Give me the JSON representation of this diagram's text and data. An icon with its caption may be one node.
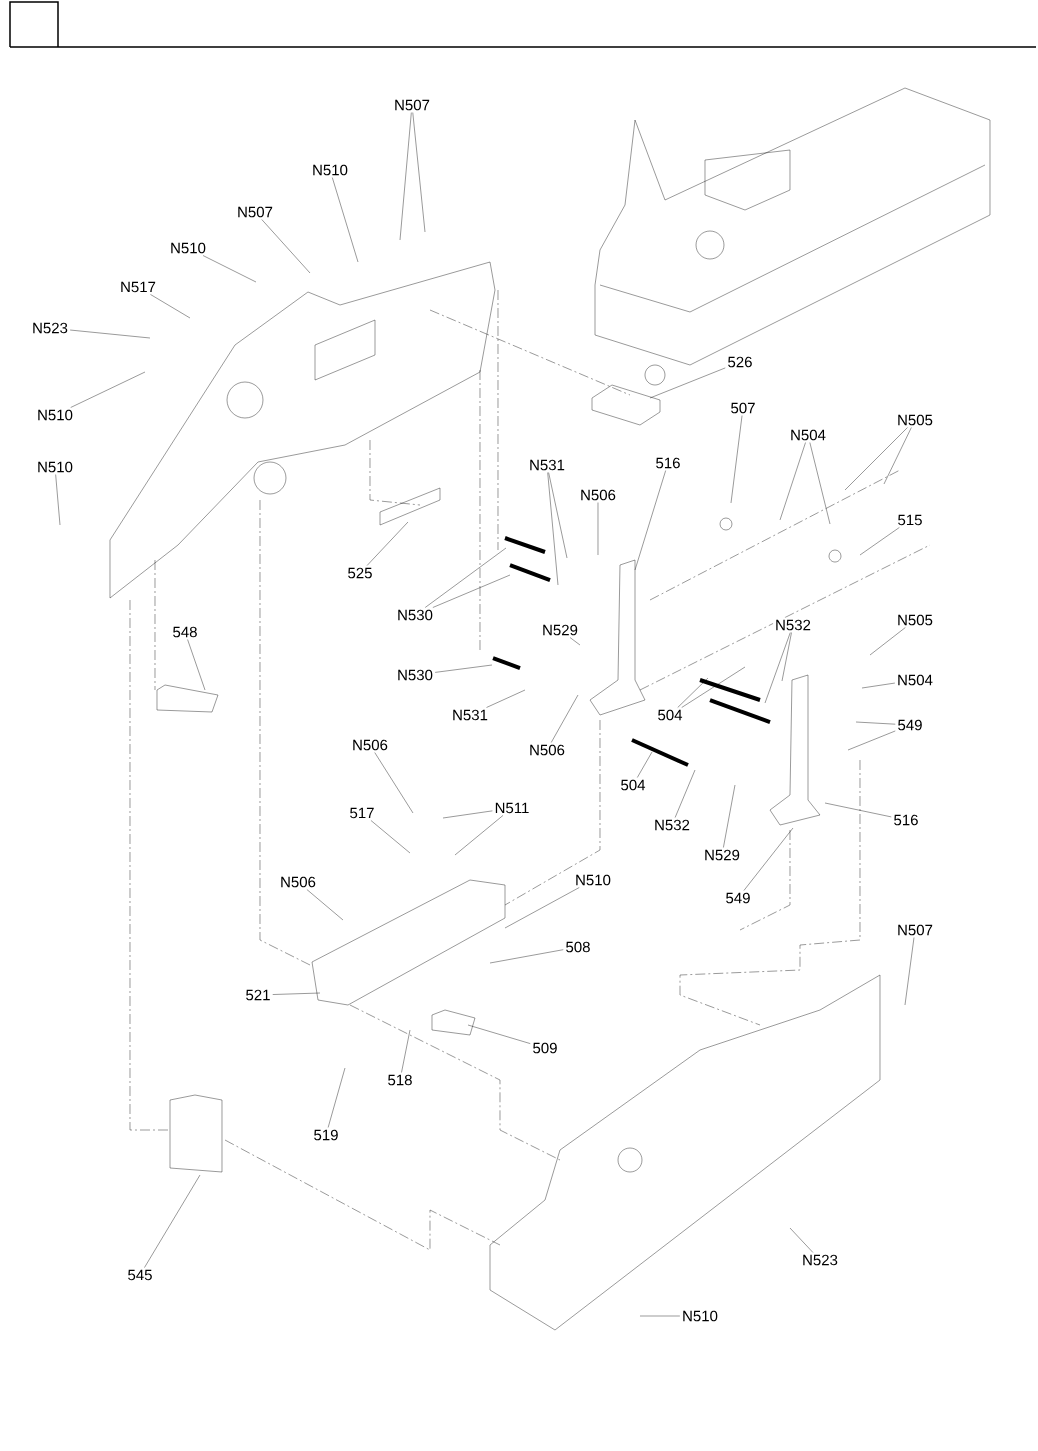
{
  "diagram": {
    "nodes": [
      {
        "text": [
          "N507"
        ]
      },
      {
        "text": [
          "N510"
        ]
      },
      {
        "text": [
          "N507"
        ]
      },
      {
        "text": [
          "N510"
        ]
      },
      {
        "text": [
          "N517"
        ]
      },
      {
        "text": [
          "N523"
        ]
      },
      {
        "text": [
          "N510"
        ]
      },
      {
        "text": [
          "N510"
        ]
      },
      {
        "text": [
          "526"
        ]
      },
      {
        "text": [
          "507"
        ]
      },
      {
        "text": [
          "N504"
        ]
      },
      {
        "text": [
          "N505"
        ]
      },
      {
        "text": [
          "516"
        ]
      },
      {
        "text": [
          "N531"
        ]
      },
      {
        "text": [
          "N506"
        ]
      },
      {
        "text": [
          "515"
        ]
      },
      {
        "text": [
          "525"
        ]
      },
      {
        "text": [
          "N530"
        ]
      },
      {
        "text": [
          "548"
        ]
      },
      {
        "text": [
          "N529"
        ]
      },
      {
        "text": [
          "N532"
        ]
      },
      {
        "text": [
          "N505"
        ]
      },
      {
        "text": [
          "N530"
        ]
      },
      {
        "text": [
          "N504"
        ]
      },
      {
        "text": [
          "N531"
        ]
      },
      {
        "text": [
          "504"
        ]
      },
      {
        "text": [
          "549"
        ]
      },
      {
        "text": [
          "N506"
        ]
      },
      {
        "text": [
          "N506"
        ]
      },
      {
        "text": [
          "504"
        ]
      },
      {
        "text": [
          "N532"
        ]
      },
      {
        "text": [
          "N529"
        ]
      },
      {
        "text": [
          "516"
        ]
      },
      {
        "text": [
          "549"
        ]
      },
      {
        "text": [
          "517"
        ]
      },
      {
        "text": [
          "N511"
        ]
      },
      {
        "text": [
          "N506"
        ]
      },
      {
        "text": [
          "N510"
        ]
      },
      {
        "text": [
          "508"
        ]
      },
      {
        "text": [
          "509"
        ]
      },
      {
        "text": [
          "N507"
        ]
      },
      {
        "text": [
          "521"
        ]
      },
      {
        "text": [
          "518"
        ]
      },
      {
        "text": [
          "519"
        ]
      },
      {
        "text": [
          "545"
        ]
      },
      {
        "text": [
          "N523"
        ]
      },
      {
        "text": [
          "N510"
        ]
      }
    ],
    "edges": [
      {
        "from": 0,
        "to": null,
        "arrow": "none"
      },
      {
        "from": 0,
        "to": null,
        "arrow": "none"
      },
      {
        "from": 1,
        "to": null,
        "arrow": "none"
      },
      {
        "from": 2,
        "to": null,
        "arrow": "none"
      },
      {
        "from": 3,
        "to": null,
        "arrow": "none"
      },
      {
        "from": 4,
        "to": null,
        "arrow": "none"
      },
      {
        "from": 5,
        "to": null,
        "arrow": "none"
      },
      {
        "from": 6,
        "to": null,
        "arrow": "none"
      },
      {
        "from": 7,
        "to": null,
        "arrow": "none"
      },
      {
        "from": 8,
        "to": null,
        "arrow": "none"
      },
      {
        "from": 9,
        "to": null,
        "arrow": "none"
      },
      {
        "from": 10,
        "to": null,
        "arrow": "none"
      },
      {
        "from": 10,
        "to": null,
        "arrow": "none"
      },
      {
        "from": 11,
        "to": null,
        "arrow": "none"
      },
      {
        "from": 11,
        "to": null,
        "arrow": "none"
      },
      {
        "from": 12,
        "to": null,
        "arrow": "none"
      },
      {
        "from": 13,
        "to": null,
        "arrow": "none"
      },
      {
        "from": 13,
        "to": null,
        "arrow": "none"
      },
      {
        "from": 14,
        "to": null,
        "arrow": "none"
      },
      {
        "from": 15,
        "to": null,
        "arrow": "none"
      },
      {
        "from": 16,
        "to": null,
        "arrow": "none"
      },
      {
        "from": 17,
        "to": null,
        "arrow": "none"
      },
      {
        "from": 17,
        "to": null,
        "arrow": "none"
      },
      {
        "from": 18,
        "to": null,
        "arrow": "none"
      },
      {
        "from": 19,
        "to": null,
        "arrow": "none"
      },
      {
        "from": 20,
        "to": null,
        "arrow": "none"
      },
      {
        "from": 20,
        "to": null,
        "arrow": "none"
      },
      {
        "from": 21,
        "to": null,
        "arrow": "none"
      },
      {
        "from": 22,
        "to": null,
        "arrow": "none"
      },
      {
        "from": 23,
        "to": null,
        "arrow": "none"
      },
      {
        "from": 24,
        "to": null,
        "arrow": "none"
      },
      {
        "from": 25,
        "to": null,
        "arrow": "none"
      },
      {
        "from": 25,
        "to": null,
        "arrow": "none"
      },
      {
        "from": 26,
        "to": null,
        "arrow": "none"
      },
      {
        "from": 26,
        "to": null,
        "arrow": "none"
      },
      {
        "from": 27,
        "to": null,
        "arrow": "none"
      },
      {
        "from": 28,
        "to": null,
        "arrow": "none"
      },
      {
        "from": 29,
        "to": null,
        "arrow": "none"
      },
      {
        "from": 30,
        "to": null,
        "arrow": "none"
      },
      {
        "from": 31,
        "to": null,
        "arrow": "none"
      },
      {
        "from": 32,
        "to": null,
        "arrow": "none"
      },
      {
        "from": 33,
        "to": null,
        "arrow": "none"
      },
      {
        "from": 34,
        "to": null,
        "arrow": "none"
      },
      {
        "from": 35,
        "to": null,
        "arrow": "none"
      },
      {
        "from": 35,
        "to": null,
        "arrow": "none"
      },
      {
        "from": 36,
        "to": null,
        "arrow": "none"
      },
      {
        "from": 37,
        "to": null,
        "arrow": "none"
      },
      {
        "from": 38,
        "to": null,
        "arrow": "none"
      },
      {
        "from": 39,
        "to": null,
        "arrow": "none"
      },
      {
        "from": 40,
        "to": null,
        "arrow": "none"
      },
      {
        "from": 41,
        "to": null,
        "arrow": "none"
      },
      {
        "from": 42,
        "to": null,
        "arrow": "none"
      },
      {
        "from": 43,
        "to": null,
        "arrow": "none"
      },
      {
        "from": 44,
        "to": null,
        "arrow": "none"
      },
      {
        "from": 45,
        "to": null,
        "arrow": "none"
      },
      {
        "from": 46,
        "to": null,
        "arrow": "none"
      }
    ]
  }
}
